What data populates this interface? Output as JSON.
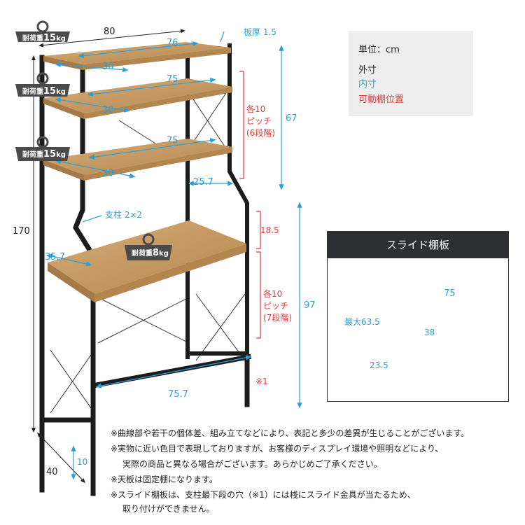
{
  "dimensions": {
    "overall_width": "80",
    "overall_height": "170",
    "overall_depth": "40",
    "top_inner_width": "76",
    "shelf_inner_width_a": "75",
    "shelf_inner_width_b": "75",
    "shelf_depth_1": "30",
    "shelf_depth_2": "30",
    "shelf_depth_3": "30",
    "board_thickness": "板厚 1.5",
    "upper_section_height": "67",
    "upper_pitch_line1": "各10",
    "upper_pitch_line2": "ピッチ",
    "upper_pitch_line3": "(6段階)",
    "upper_leg_gap": "25.7",
    "post_size": "支柱 2×2",
    "desk_depth": "35.7",
    "desk_gap": "18.5",
    "lower_pitch_line1": "各10",
    "lower_pitch_line2": "ピッチ",
    "lower_pitch_line3": "(7段階)",
    "lower_section_height": "97",
    "bottom_width": "75.7",
    "bottom_bar_height": "10",
    "note_marker": "※1"
  },
  "load_badges": [
    {
      "label": "耐荷重",
      "value": "15",
      "unit": "kg"
    },
    {
      "label": "耐荷重",
      "value": "15",
      "unit": "kg"
    },
    {
      "label": "耐荷重",
      "value": "15",
      "unit": "kg"
    },
    {
      "label": "耐荷重",
      "value": "8",
      "unit": "kg"
    }
  ],
  "legend": {
    "unit": "単位：cm",
    "outer": "外寸",
    "inner": "内寸",
    "movable": "可動棚位置"
  },
  "slide_shelf": {
    "title": "スライド棚板",
    "width": "75",
    "max_extension": "最大63.5",
    "depth": "38",
    "rail": "23.5"
  },
  "notes": [
    "※曲線部や若干の個体差、組み立てなどにより、表記と多少の差異が生じることがございます。",
    "※実物に近い色目で表現しておりますが、お客様のディスプレイ環境や照明などにより、",
    "実際の商品と異なる場合がございます。あらかじめご了承ください。",
    "※天板は固定棚になります。",
    "※スライド棚板は、支柱最下段の穴（※1）には桟にスライド金具が当たるため、",
    "取り付けができません。"
  ],
  "colors": {
    "wood": "#c9a06a",
    "frame": "#1c1c1c",
    "outer_dim": "#222222",
    "inner_dim": "#2a9fd8",
    "movable": "#e23a3a",
    "badge": "#4a4a4a"
  }
}
